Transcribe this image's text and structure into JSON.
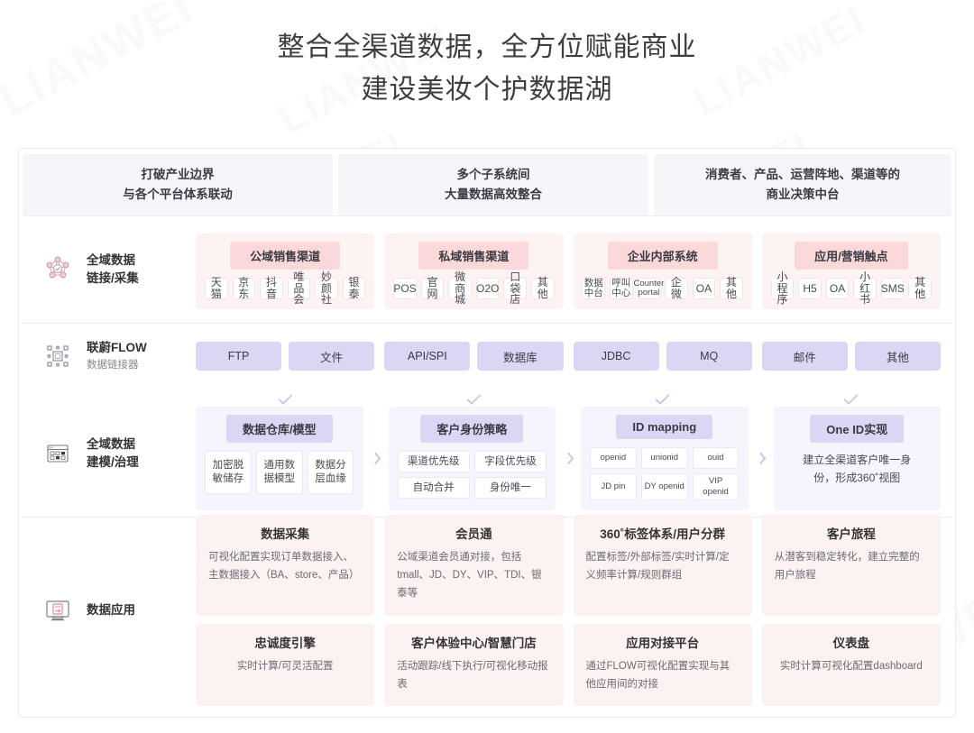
{
  "title": {
    "line1": "整合全渠道数据，全方位赋能商业",
    "line2": "建设美妆个护数据湖"
  },
  "watermark": "LIANWEI",
  "colors": {
    "pink_group_bg": "#fdf3f3",
    "pink_title_bg": "#fbd9da",
    "violet_group_bg": "#f6f4fc",
    "violet_title_bg": "#ddd5f4",
    "purple_pill": "#dcd5f3",
    "header_box_bg": "#f6f5fa",
    "app_card_bg": "#fdf2f2",
    "chevron": "#cdc3ec"
  },
  "header": {
    "boxes": [
      {
        "line1": "打破产业边界",
        "line2": "与各个平台体系联动"
      },
      {
        "line1": "多个子系统间",
        "line2": "大量数据高效整合"
      },
      {
        "line1": "消费者、产品、运营阵地、渠道等的",
        "line2": "商业决策中台"
      }
    ]
  },
  "rows": {
    "collection": {
      "label": "全域数据",
      "label2": "链接/采集",
      "icon": "network-nodes-icon",
      "groups": [
        {
          "title": "公域销售渠道",
          "chips": [
            "天猫",
            "京东",
            "抖音",
            "唯品会",
            "妙颜社",
            "银泰"
          ]
        },
        {
          "title": "私域销售渠道",
          "chips": [
            "POS",
            "官网",
            "微商城",
            "O2O",
            "口袋店",
            "其他"
          ]
        },
        {
          "title": "企业内部系统",
          "chips": [
            "数据中台",
            "呼叫中心",
            "Counter portal",
            "企微",
            "OA",
            "其他"
          ]
        },
        {
          "title": "应用/营销触点",
          "chips": [
            "小程序",
            "H5",
            "OA",
            "小红书",
            "SMS",
            "其他"
          ]
        }
      ]
    },
    "flow": {
      "label": "联蔚FLOW",
      "label2": "数据链接器",
      "icon": "connector-grid-icon",
      "groups": [
        [
          "FTP",
          "文件"
        ],
        [
          "API/SPI",
          "数据库"
        ],
        [
          "JDBC",
          "MQ"
        ],
        [
          "邮件",
          "其他"
        ]
      ]
    },
    "modeling": {
      "label": "全域数据",
      "label2": "建模/治理",
      "icon": "data-table-window-icon",
      "groups": [
        {
          "title": "数据仓库/模型",
          "chips": [
            "加密脱敏储存",
            "通用数据模型",
            "数据分层血缘"
          ],
          "style": "two-line"
        },
        {
          "title": "客户身份策略",
          "chips": [
            "渠道优先级",
            "字段优先级",
            "自动合并",
            "身份唯一"
          ],
          "style": "grid2"
        },
        {
          "title": "ID mapping",
          "chips": [
            "openid",
            "unionid",
            "ouid",
            "JD pin",
            "DY openid",
            "VIP openid"
          ],
          "style": "grid3"
        },
        {
          "title": "One ID实现",
          "text": "建立全渠道客户唯一身份，形成360˚视图",
          "style": "text"
        }
      ]
    },
    "application": {
      "label": "数据应用",
      "icon": "monitor-report-icon",
      "line1": [
        {
          "title": "数据采集",
          "desc": "可视化配置实现订单数据接入、主数据接入（BA、store、产品）"
        },
        {
          "title": "会员通",
          "desc": "公域渠道会员通对接，包括tmall、JD、DY、VIP、TDI、银泰等"
        },
        {
          "title": "360˚标签体系/用户分群",
          "desc": "配置标签/外部标签/实时计算/定义频率计算/规则群组"
        },
        {
          "title": "客户旅程",
          "desc": "从潜客到稳定转化，建立完整的用户旅程"
        }
      ],
      "line2": [
        {
          "title": "忠诚度引擎",
          "desc": "实时计算/可灵活配置"
        },
        {
          "title": "客户体验中心/智慧门店",
          "desc": "活动跟踪/线下执行/可视化移动报表"
        },
        {
          "title": "应用对接平台",
          "desc": "通过FLOW可视化配置实现与其他应用间的对接"
        },
        {
          "title": "仪表盘",
          "desc": "实时计算可视化配置dashboard"
        }
      ]
    }
  }
}
